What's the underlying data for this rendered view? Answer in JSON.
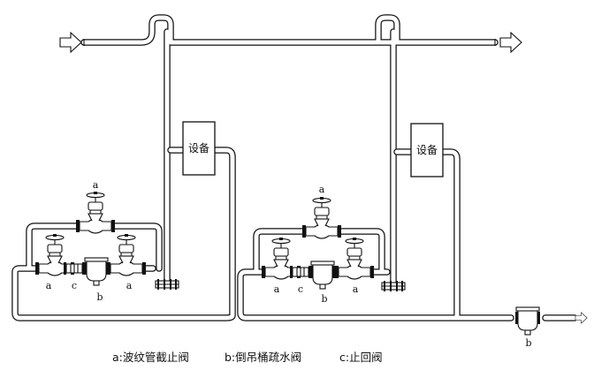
{
  "equipment_label": "设备",
  "labels": {
    "a": "a",
    "b": "b",
    "c": "c"
  },
  "legend": {
    "a": "a:波纹管截止阀",
    "b": "b:倒吊桶疏水阀",
    "c": "c:止回阀"
  }
}
